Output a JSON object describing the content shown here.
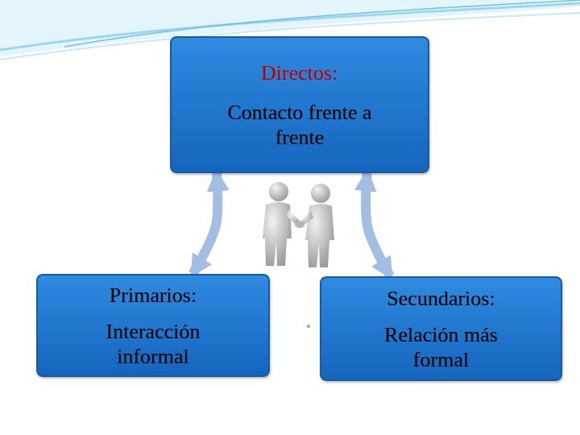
{
  "diagram": {
    "nodes": [
      {
        "text": [
          "Directos:",
          "Contacto frente a frente"
        ]
      },
      {
        "text": [
          "Primarios:",
          "Interacción informal"
        ]
      },
      {
        "text": [
          "Secundarios:",
          "Relación más formal"
        ]
      }
    ],
    "edges": [
      {
        "from": 0,
        "to": 1,
        "arrow": "both"
      },
      {
        "from": 0,
        "to": 2,
        "arrow": "both"
      }
    ]
  }
}
